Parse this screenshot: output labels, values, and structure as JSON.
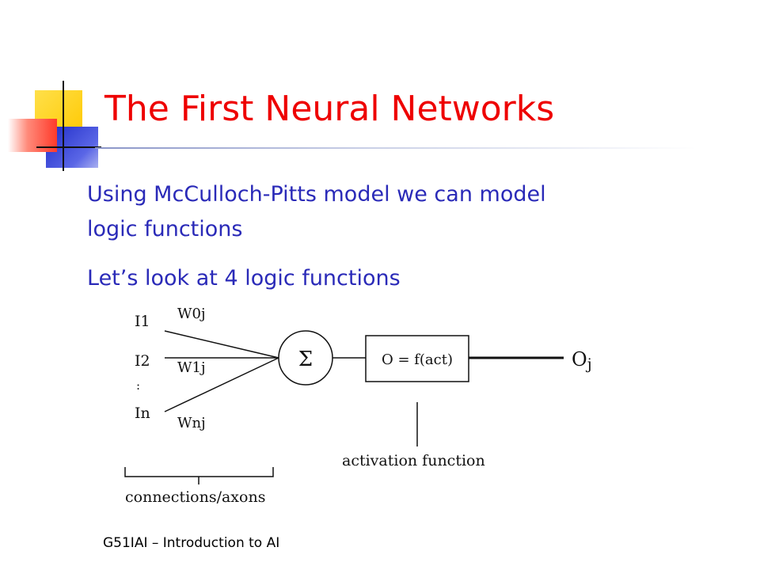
{
  "slide": {
    "title": "The First Neural Networks",
    "bullets": [
      "Using McCulloch-Pitts model we can model",
      "logic functions",
      "Let’s look at 4 logic functions"
    ],
    "footer": "G51IAI – Introduction to AI"
  },
  "diagram": {
    "inputs": [
      "I1",
      "I2",
      ":",
      "In"
    ],
    "weights": [
      "W0j",
      "W1j",
      "Wnj"
    ],
    "summation_symbol": "Σ",
    "function_box": "O = f(act)",
    "output_base": "O",
    "output_subscript": "j",
    "activation_label": "activation function",
    "connections_label": "connections/axons"
  },
  "colors": {
    "title": "#ee0000",
    "body_text": "#2a2ab8",
    "deco_yellow": "#ffd21f",
    "deco_blue": "#2e3ad0",
    "deco_red": "#ff5a4a"
  }
}
